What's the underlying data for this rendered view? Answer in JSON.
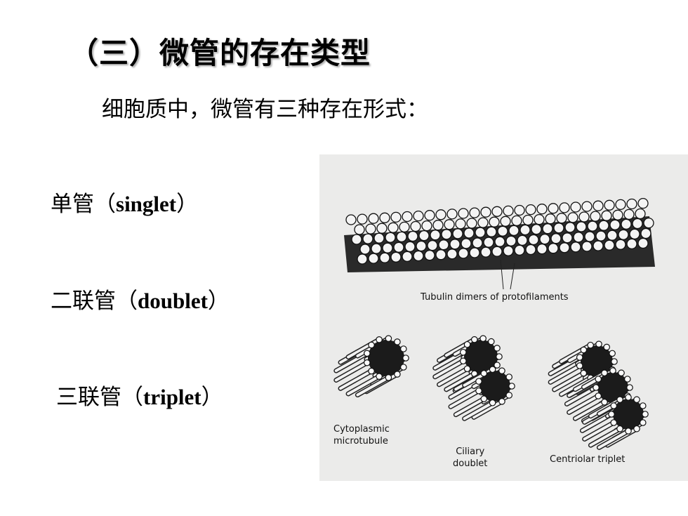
{
  "slide": {
    "title": "（三）微管的存在类型",
    "subtitle": "细胞质中，微管有三种存在形式：",
    "items": [
      {
        "zh": "单管（",
        "latin": "singlet",
        "close": "）"
      },
      {
        "zh": "二联管（",
        "latin": "doublet",
        "close": "）"
      },
      {
        "zh": "三联管（",
        "latin": "triplet",
        "close": "）"
      }
    ]
  },
  "figure": {
    "label_protofilaments": "Tubulin dimers of protofilaments",
    "label_cytoplasmic_1": "Cytoplasmic",
    "label_cytoplasmic_2": "microtubule",
    "label_ciliary_1": "Ciliary",
    "label_ciliary_2": "doublet",
    "label_centriolar": "Centriolar triplet"
  }
}
